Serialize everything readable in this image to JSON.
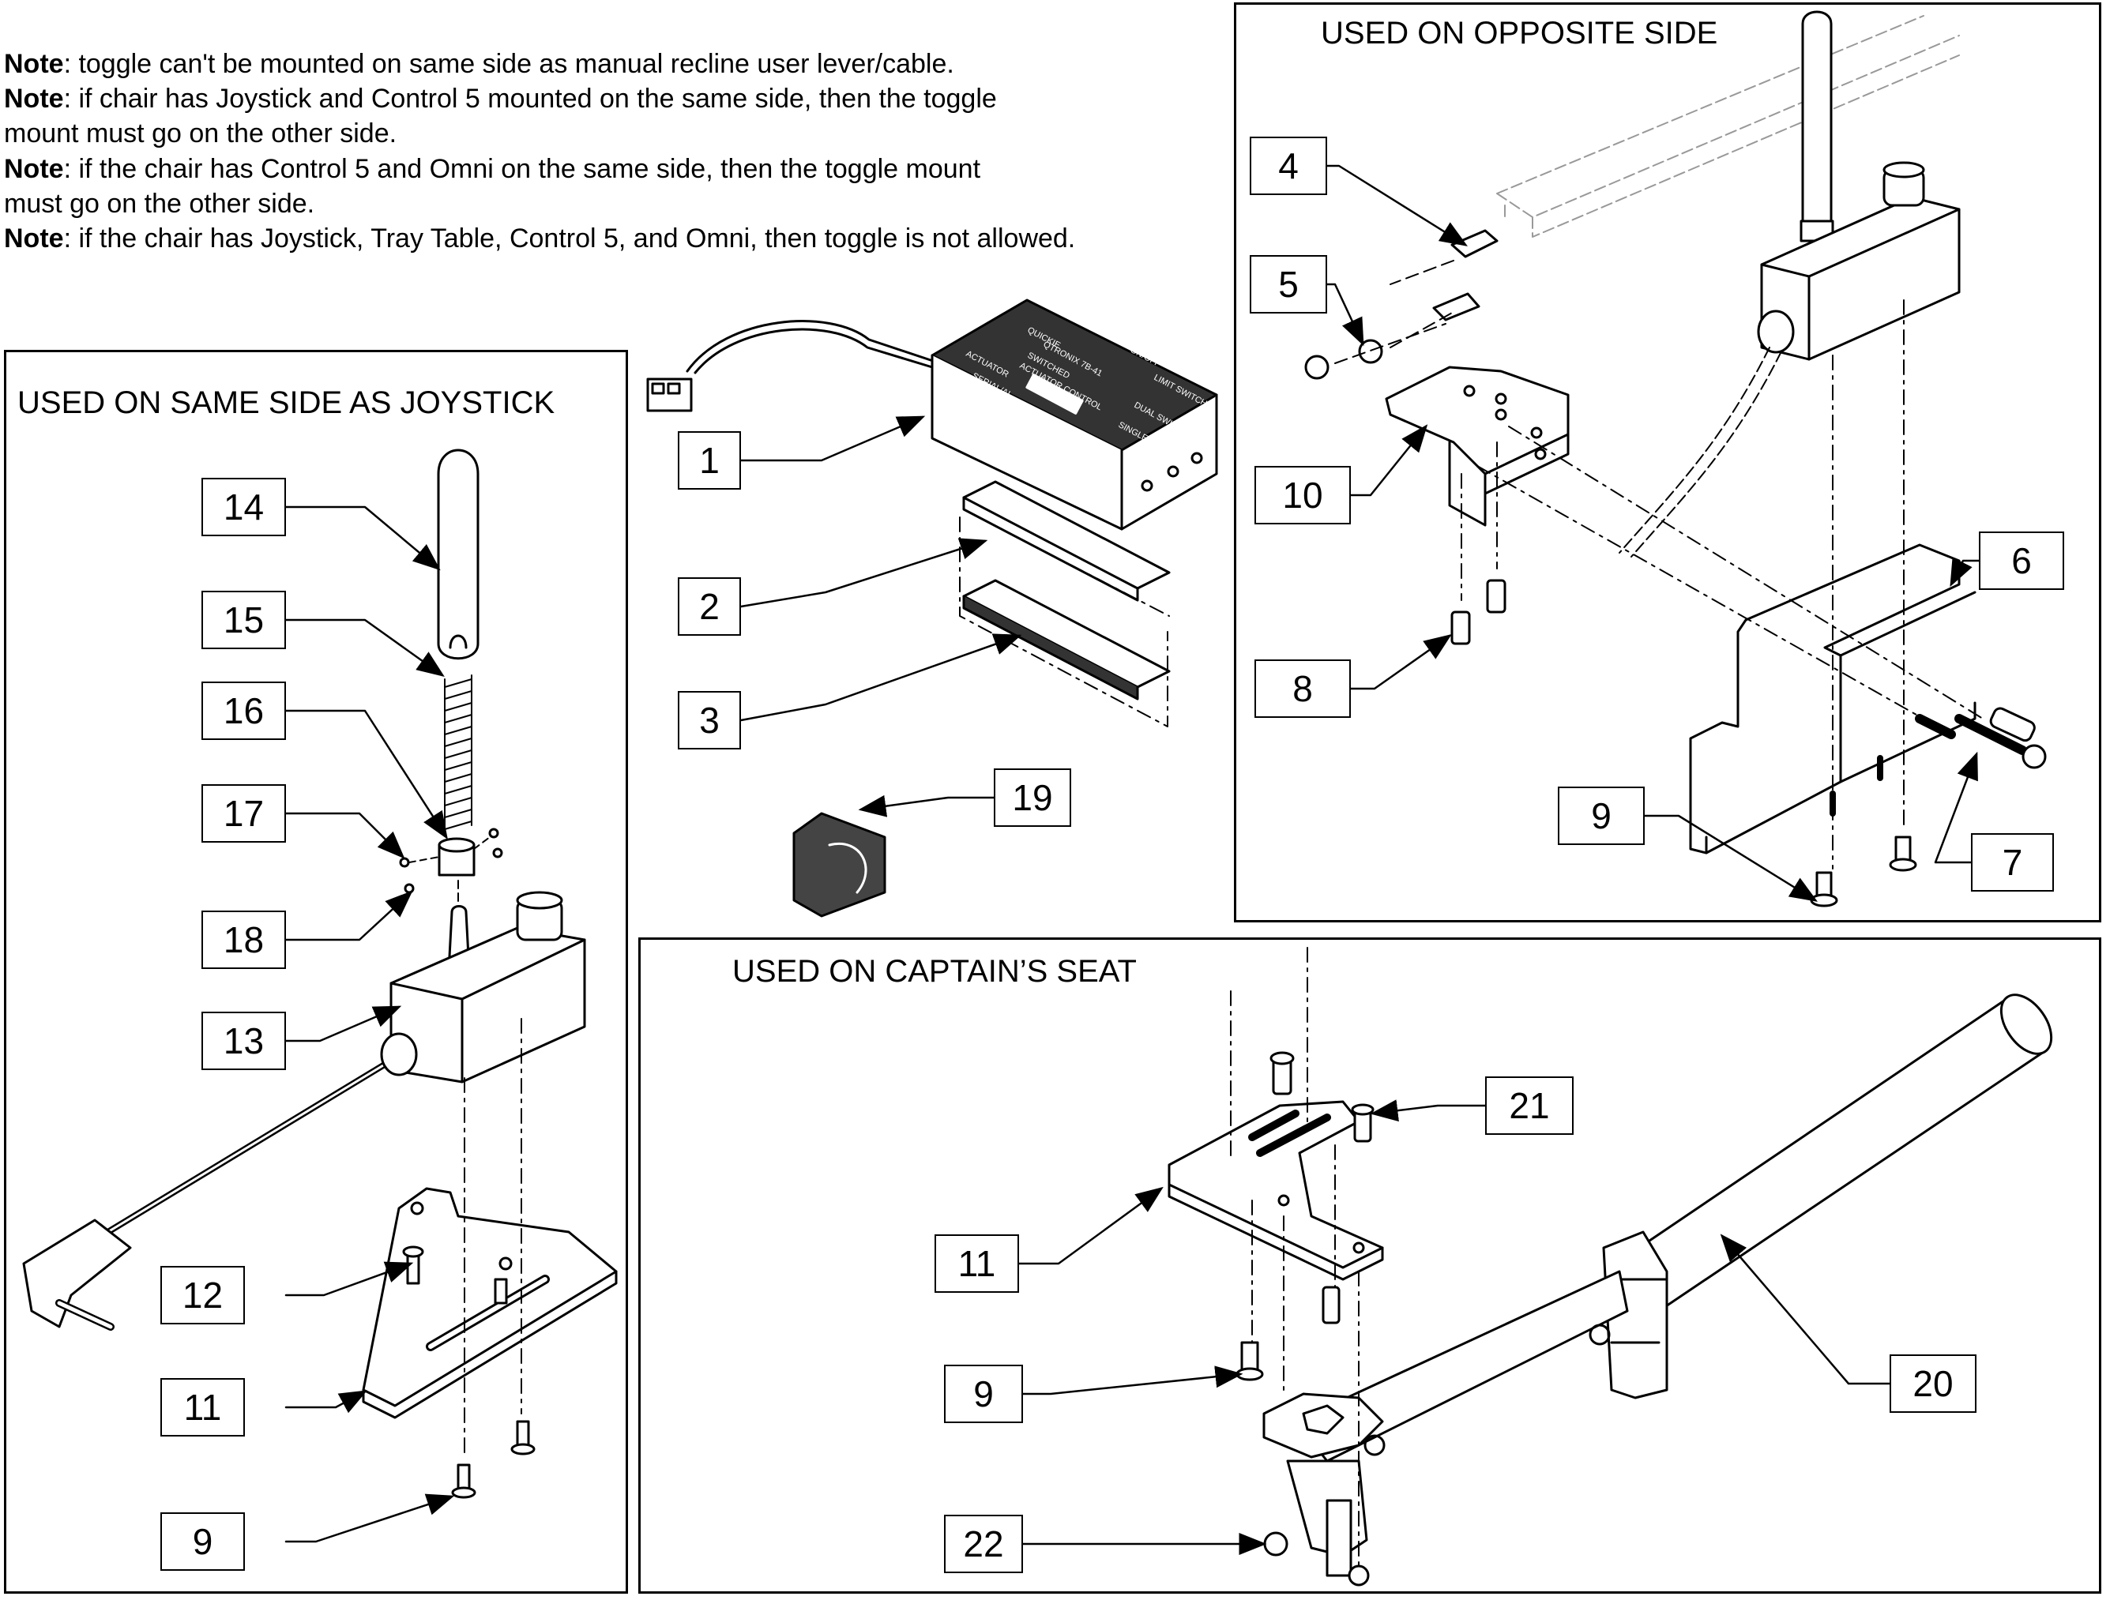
{
  "notes": [
    {
      "label": "Note",
      "text": ": toggle can't be mounted on same side as manual recline user lever/cable."
    },
    {
      "label": "Note",
      "text": ": if chair has Joystick and Control 5 mounted on the same side, then the toggle"
    },
    {
      "label": "",
      "text": " mount must go on the other side."
    },
    {
      "label": "Note",
      "text": ": if the chair has Control 5 and Omni on the same side, then the toggle mount"
    },
    {
      "label": "",
      "text": " must go on the other side."
    },
    {
      "label": "Note",
      "text": ": if the chair has Joystick, Tray Table, Control 5, and Omni, then toggle is not allowed."
    }
  ],
  "panels": {
    "joystick": "USED ON SAME SIDE AS JOYSTICK",
    "opposite": "USED ON OPPOSITE SIDE",
    "captain": "USED ON CAPTAIN’S SEAT"
  },
  "module_labels": {
    "brand": "QUICKIE",
    "model": "QTRONIX 7B-41",
    "actuator": "ACTUATOR",
    "switched": "SWITCHED",
    "actuator_control": "ACTUATOR CONTROL",
    "serial": "SERIAL/AL",
    "power": "POWER",
    "on_off": "ON/OFF",
    "limit_switch": "LIMIT SWITCH",
    "dual_switch": "DUAL SWITCH",
    "single_switch": "SINGLE SWITCH"
  },
  "callouts": {
    "c1": "1",
    "c2": "2",
    "c3": "3",
    "c19": "19",
    "c14": "14",
    "c15": "15",
    "c16": "16",
    "c17": "17",
    "c18": "18",
    "c13": "13",
    "c12": "12",
    "c11a": "11",
    "c9a": "9",
    "c4": "4",
    "c5": "5",
    "c10": "10",
    "c8": "8",
    "c6": "6",
    "c9b": "9",
    "c7": "7",
    "c21": "21",
    "c11b": "11",
    "c9c": "9",
    "c22": "22",
    "c20": "20"
  }
}
